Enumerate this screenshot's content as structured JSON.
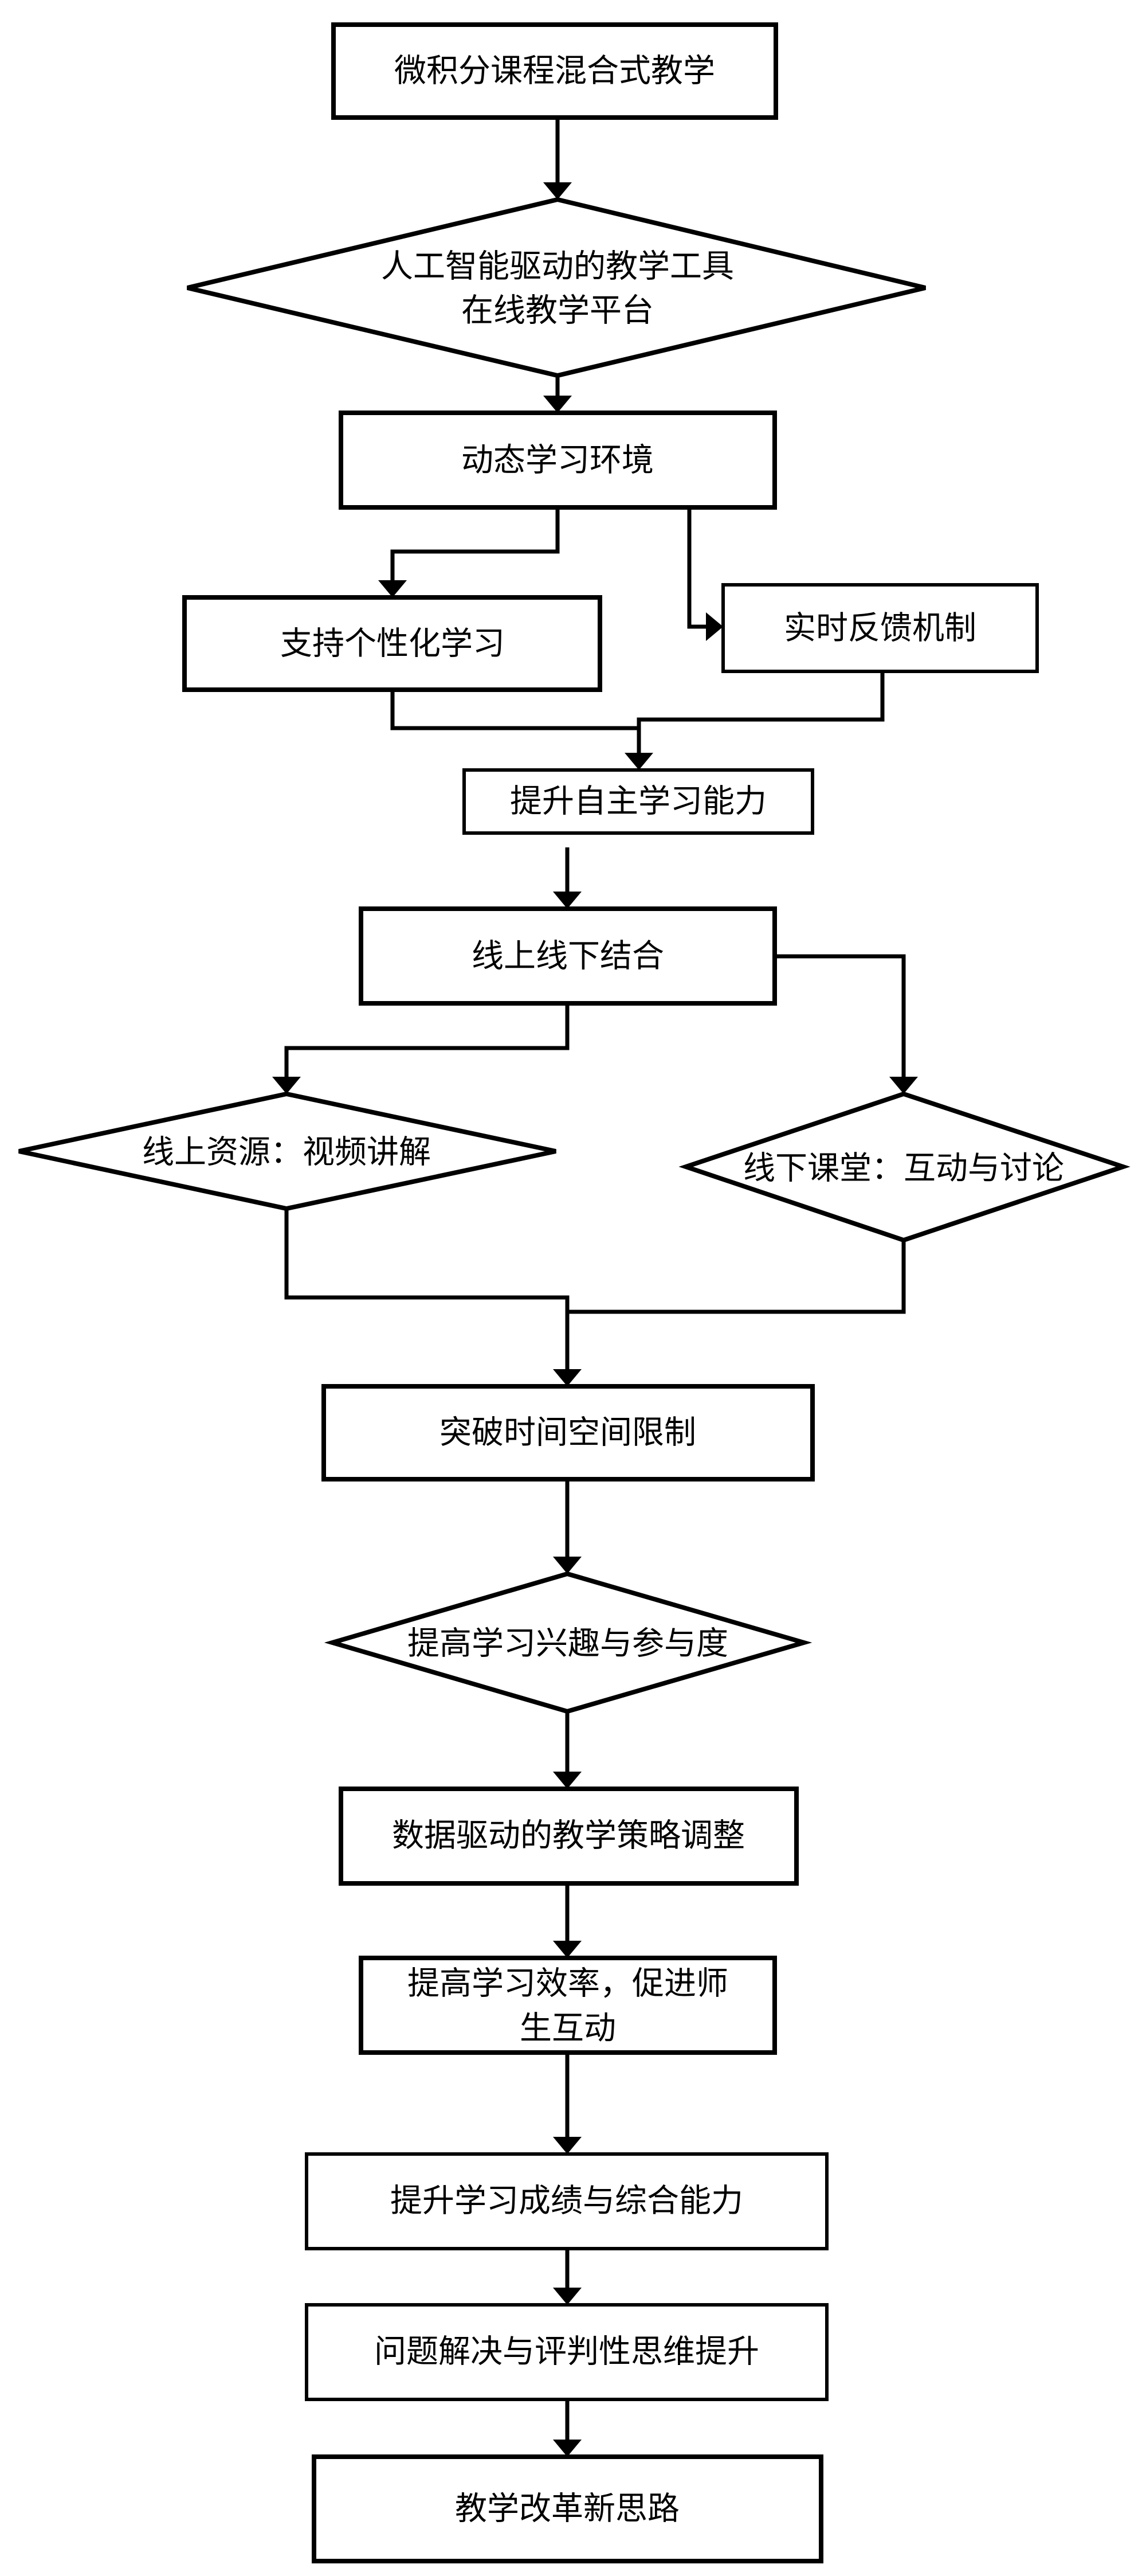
{
  "nodes": {
    "start": "微积分课程混合式教学",
    "ai_tools_line1": "人工智能驱动的教学工具",
    "ai_tools_line2": "在线教学平台",
    "dynamic_env": "动态学习环境",
    "personalized": "支持个性化学习",
    "realtime_feedback": "实时反馈机制",
    "autonomy": "提升自主学习能力",
    "blended": "线上线下结合",
    "online_resources": "线上资源：视频讲解",
    "offline_class": "线下课堂：互动与讨论",
    "break_limits": "突破时间空间限制",
    "interest": "提高学习兴趣与参与度",
    "data_driven": "数据驱动的教学策略调整",
    "efficiency_line1": "提高学习效率，促进师",
    "efficiency_line2": "生互动",
    "grades": "提升学习成绩与综合能力",
    "critical_thinking": "问题解决与评判性思维提升",
    "reform": "教学改革新思路"
  }
}
